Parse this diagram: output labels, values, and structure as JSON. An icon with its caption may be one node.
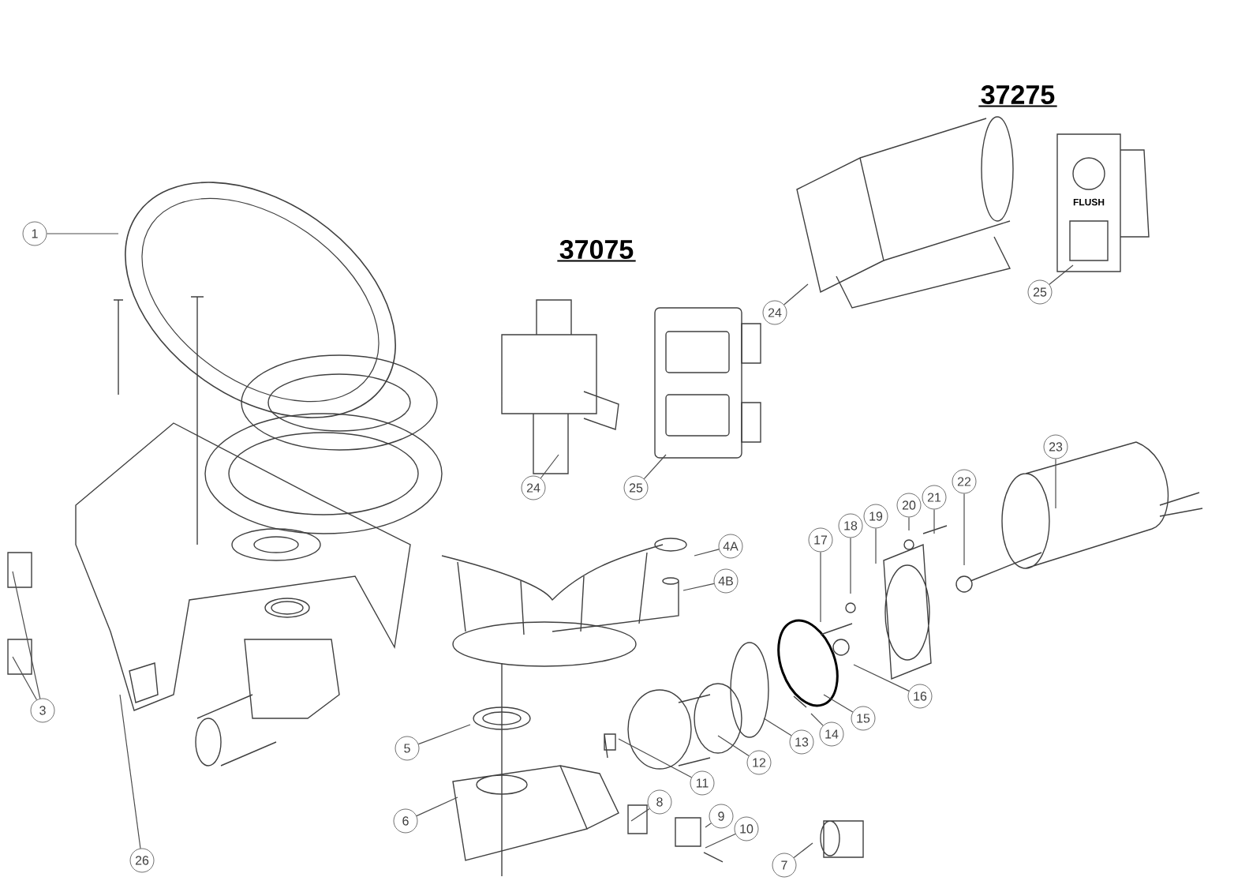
{
  "diagram": {
    "nodes": [
      {
        "text": [
          "1"
        ]
      },
      {
        "text": [
          "24"
        ]
      },
      {
        "text": [
          "25"
        ]
      },
      {
        "text": [
          "23"
        ]
      },
      {
        "text": [
          "22"
        ]
      },
      {
        "text": [
          "24"
        ]
      },
      {
        "text": [
          "25"
        ]
      },
      {
        "text": [
          "21"
        ]
      },
      {
        "text": [
          "20"
        ]
      },
      {
        "text": [
          "19"
        ]
      },
      {
        "text": [
          "18"
        ]
      },
      {
        "text": [
          "17"
        ]
      },
      {
        "text": [
          "4A"
        ]
      },
      {
        "text": [
          "4B"
        ]
      },
      {
        "text": [
          "16"
        ]
      },
      {
        "text": [
          "3"
        ]
      },
      {
        "text": [
          "15"
        ]
      },
      {
        "text": [
          "14"
        ]
      },
      {
        "text": [
          "13"
        ]
      },
      {
        "text": [
          "5"
        ]
      },
      {
        "text": [
          "12"
        ]
      },
      {
        "text": [
          "11"
        ]
      },
      {
        "text": [
          "8"
        ]
      },
      {
        "text": [
          "9"
        ]
      },
      {
        "text": [
          "6"
        ]
      },
      {
        "text": [
          "10"
        ]
      },
      {
        "text": [
          "26"
        ]
      },
      {
        "text": [
          "7"
        ]
      }
    ],
    "edges": [
      {
        "from": 0,
        "to": null,
        "arrow": "none"
      },
      {
        "from": 1,
        "to": null,
        "arrow": "none"
      },
      {
        "from": 2,
        "to": null,
        "arrow": "none"
      },
      {
        "from": 3,
        "to": null,
        "arrow": "none"
      },
      {
        "from": 4,
        "to": null,
        "arrow": "none"
      },
      {
        "from": 5,
        "to": null,
        "arrow": "none"
      },
      {
        "from": 6,
        "to": null,
        "arrow": "none"
      },
      {
        "from": 7,
        "to": null,
        "arrow": "none"
      },
      {
        "from": 8,
        "to": null,
        "arrow": "none"
      },
      {
        "from": 9,
        "to": null,
        "arrow": "none"
      },
      {
        "from": 10,
        "to": null,
        "arrow": "none"
      },
      {
        "from": 11,
        "to": null,
        "arrow": "none"
      },
      {
        "from": 12,
        "to": null,
        "arrow": "none"
      },
      {
        "from": 13,
        "to": null,
        "arrow": "none"
      },
      {
        "from": 14,
        "to": null,
        "arrow": "none"
      },
      {
        "from": 15,
        "to": null,
        "arrow": "none"
      },
      {
        "from": 15,
        "to": null,
        "arrow": "none"
      },
      {
        "from": 16,
        "to": null,
        "arrow": "none"
      },
      {
        "from": 17,
        "to": null,
        "arrow": "none"
      },
      {
        "from": 18,
        "to": null,
        "arrow": "none"
      },
      {
        "from": 19,
        "to": null,
        "arrow": "none"
      },
      {
        "from": 20,
        "to": null,
        "arrow": "none"
      },
      {
        "from": 21,
        "to": null,
        "arrow": "none"
      },
      {
        "from": 22,
        "to": null,
        "arrow": "none"
      },
      {
        "from": 23,
        "to": null,
        "arrow": "none"
      },
      {
        "from": 24,
        "to": null,
        "arrow": "none"
      },
      {
        "from": 25,
        "to": null,
        "arrow": "none"
      },
      {
        "from": 26,
        "to": null,
        "arrow": "none"
      },
      {
        "from": 27,
        "to": null,
        "arrow": "none"
      }
    ],
    "labels": [
      "37275",
      "37075",
      "FLUSH"
    ]
  }
}
